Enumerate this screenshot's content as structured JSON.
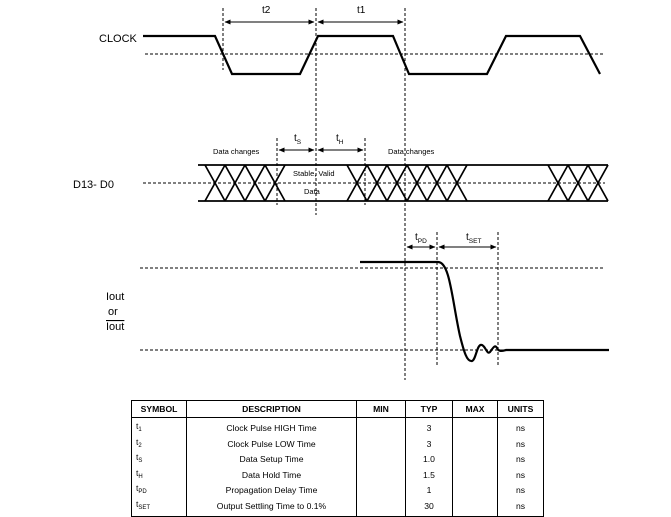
{
  "signals": {
    "clock": "CLOCK",
    "data_bus": "D13- D0",
    "iout": "Iout",
    "iout_or": "or",
    "iout_bar": "Iout"
  },
  "annotations": {
    "t2": "t2",
    "t1": "t1",
    "ts": {
      "base": "t",
      "sub": "S"
    },
    "th": {
      "base": "t",
      "sub": "H"
    },
    "tpd": {
      "base": "t",
      "sub": "PD"
    },
    "tset": {
      "base": "t",
      "sub": "SET"
    },
    "data_changes_left": "Data changes",
    "data_changes_right": "Data changes",
    "stable_valid": "Stable, Valid",
    "data": "Data"
  },
  "table": {
    "headers": [
      "SYMBOL",
      "DESCRIPTION",
      "MIN",
      "TYP",
      "MAX",
      "UNITS"
    ],
    "rows": [
      {
        "symbol": "t",
        "sub": "1",
        "description": "Clock Pulse HIGH Time",
        "min": "",
        "typ": "3",
        "max": "",
        "units": "ns"
      },
      {
        "symbol": "t",
        "sub": "2",
        "description": "Clock Pulse LOW Time",
        "min": "",
        "typ": "3",
        "max": "",
        "units": "ns"
      },
      {
        "symbol": "t",
        "sub": "S",
        "description": "Data Setup Time",
        "min": "",
        "typ": "1.0",
        "max": "",
        "units": "ns"
      },
      {
        "symbol": "t",
        "sub": "H",
        "description": "Data Hold Time",
        "min": "",
        "typ": "1.5",
        "max": "",
        "units": "ns"
      },
      {
        "symbol": "t",
        "sub": "PD",
        "description": "Propagation Delay Time",
        "min": "",
        "typ": "1",
        "max": "",
        "units": "ns"
      },
      {
        "symbol": "t",
        "sub": "SET",
        "description": "Output Settling Time to 0.1%",
        "min": "",
        "typ": "30",
        "max": "",
        "units": "ns"
      }
    ]
  }
}
